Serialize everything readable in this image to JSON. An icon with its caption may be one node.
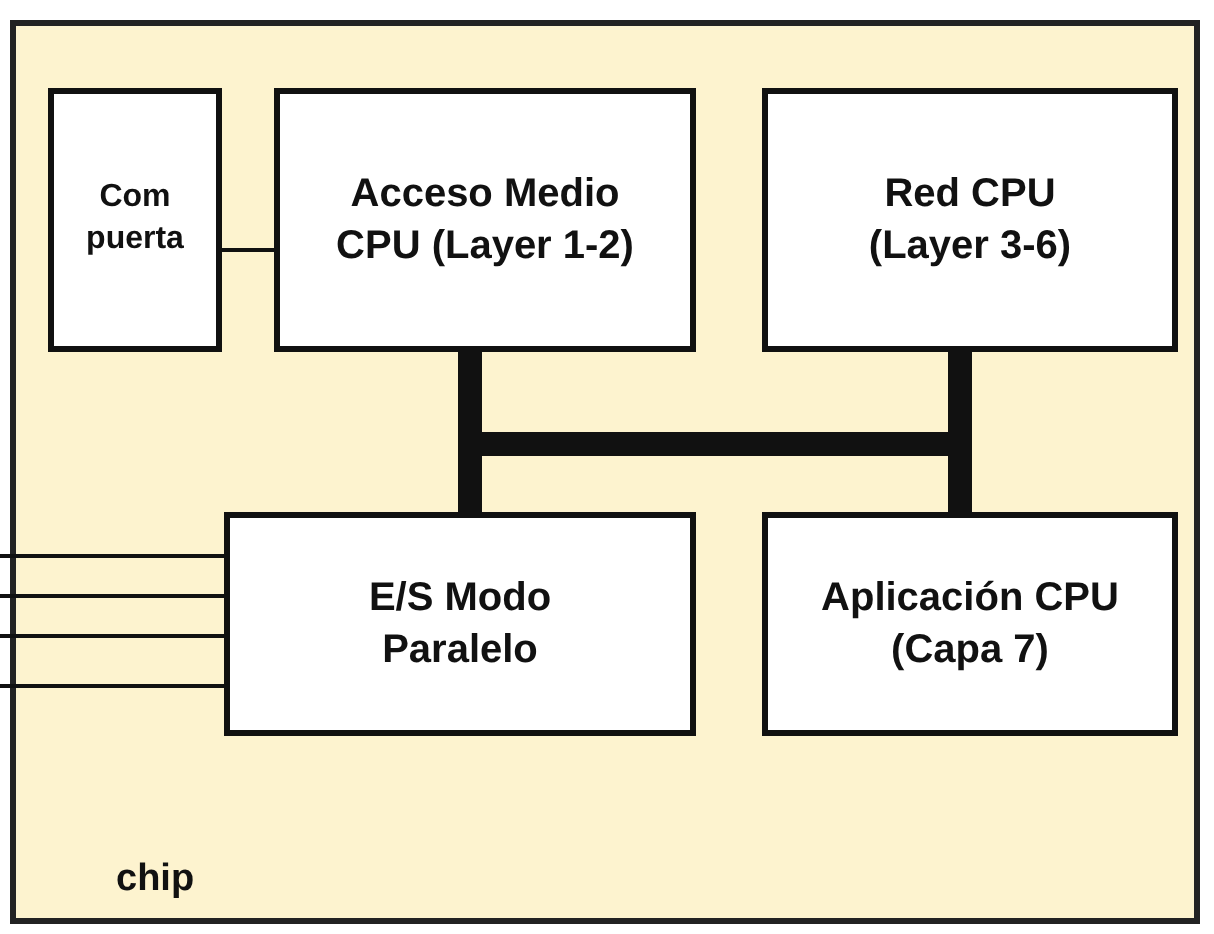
{
  "diagram": {
    "nodes": [
      {
        "text": [
          "chip"
        ]
      },
      {
        "text": [
          "Com puerta"
        ],
        "in": 0
      },
      {
        "text": [
          "Acceso Medio CPU (Layer 1-2)"
        ],
        "in": 0
      },
      {
        "text": [
          "Red CPU (Layer 3-6)"
        ],
        "in": 0
      },
      {
        "text": [
          "E/S Modo Paralelo"
        ],
        "in": 0
      },
      {
        "text": [
          "Aplicación CPU (Capa 7)"
        ],
        "in": 0
      }
    ],
    "edges": [
      {
        "from": 1,
        "to": 2,
        "arrow": "none"
      },
      {
        "from": 2,
        "to": 4,
        "arrow": "none",
        "style": "thick"
      },
      {
        "from": 3,
        "to": 5,
        "arrow": "none",
        "style": "thick"
      },
      {
        "from": 2,
        "to": 3,
        "arrow": "none",
        "style": "thick"
      },
      {
        "from": null,
        "to": 4,
        "arrow": "none"
      },
      {
        "from": null,
        "to": 4,
        "arrow": "none"
      },
      {
        "from": null,
        "to": 4,
        "arrow": "none"
      },
      {
        "from": null,
        "to": 4,
        "arrow": "none"
      }
    ]
  }
}
